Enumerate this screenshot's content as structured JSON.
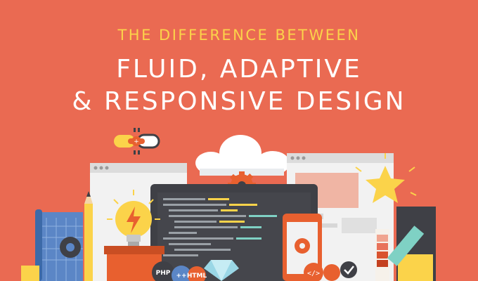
{
  "header": {
    "kicker": "THE DIFFERENCE BETWEEN",
    "line1": "FLUID, ADAPTIVE",
    "line2": "& RESPONSIVE DESIGN"
  },
  "badges": {
    "php": "PHP",
    "css": "++",
    "html": "HTML"
  },
  "colors": {
    "background": "#ea6a52",
    "kicker": "#fbd34a",
    "title": "#ffffff",
    "monitor": "#3f4046",
    "window": "#f2f2f2",
    "accent_orange": "#e8602f",
    "star": "#fbd34a"
  },
  "icons": [
    "link-icon",
    "cloud-icon",
    "gear-icon",
    "lightbulb-icon",
    "star-icon",
    "pencil-icon",
    "blueprint-icon",
    "code-badge-icon",
    "check-badge-icon",
    "diamond-icon",
    "color-swatch-icon",
    "phone-icon"
  ]
}
